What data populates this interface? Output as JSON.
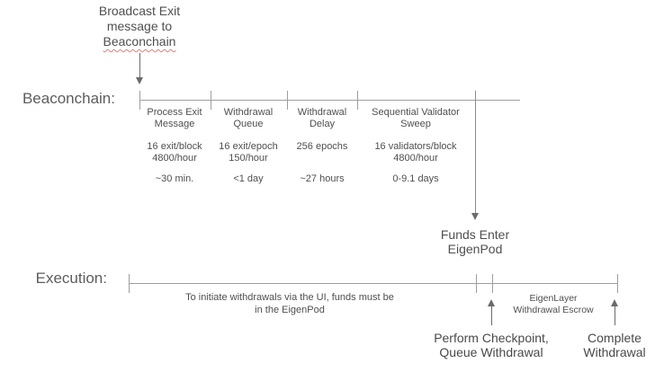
{
  "broadcast_note": {
    "line1": "Broadcast Exit",
    "line2": "message to",
    "line3": "Beaconchain"
  },
  "beaconchain_row": {
    "label": "Beaconchain:",
    "segments": [
      {
        "title1": "Process Exit",
        "title2": "Message",
        "rate1": "16 exit/block",
        "rate2": "4800/hour",
        "duration": "~30 min."
      },
      {
        "title1": "Withdrawal",
        "title2": "Queue",
        "rate1": "16 exit/epoch",
        "rate2": "150/hour",
        "duration": "<1 day"
      },
      {
        "title1": "Withdrawal",
        "title2": "Delay",
        "rate1": "256 epochs",
        "rate2": "",
        "duration": "~27 hours"
      },
      {
        "title1": "Sequential Validator",
        "title2": "Sweep",
        "rate1": "16 validators/block",
        "rate2": "4800/hour",
        "duration": "0-9.1 days"
      }
    ]
  },
  "funds_enter": {
    "line1": "Funds Enter",
    "line2": "EigenPod"
  },
  "execution_row": {
    "label": "Execution:",
    "note_line1": "To initiate withdrawals via the UI, funds must be",
    "note_line2": "in the EigenPod",
    "escrow_line1": "EigenLayer",
    "escrow_line2": "Withdrawal Escrow"
  },
  "annotations": {
    "checkpoint_line1": "Perform Checkpoint,",
    "checkpoint_line2": "Queue Withdrawal",
    "complete_line1": "Complete",
    "complete_line2": "Withdrawal"
  },
  "colors": {
    "text": "#4f4f4f",
    "timeline": "#9e9e9e",
    "arrow": "#6b6b6b",
    "squiggle": "#e08078"
  }
}
